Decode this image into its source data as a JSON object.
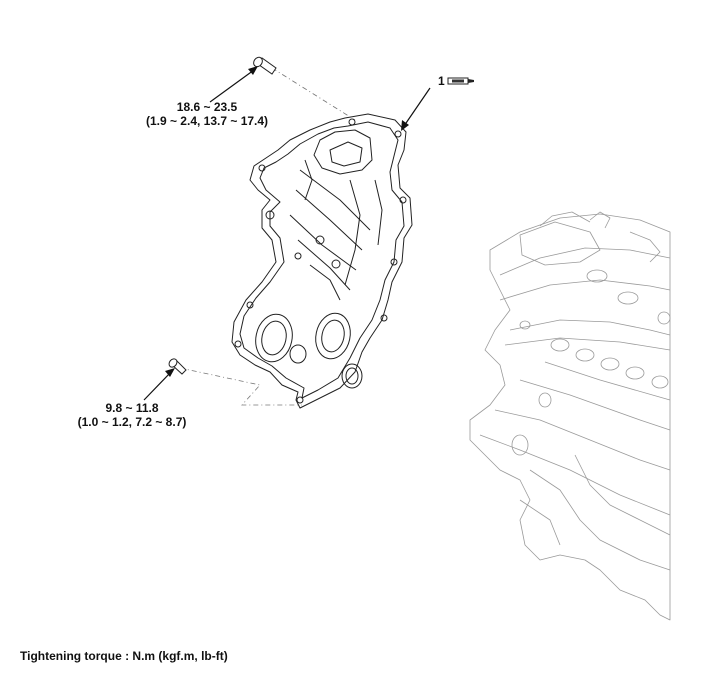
{
  "callouts": {
    "part_number": "1",
    "upper_bolt": {
      "torque_nm": "18.6 ~ 23.5",
      "torque_alt": "(1.9 ~ 2.4, 13.7 ~ 17.4)"
    },
    "lower_bolt": {
      "torque_nm": "9.8 ~ 11.8",
      "torque_alt": "(1.0 ~ 1.2, 7.2 ~ 8.7)"
    }
  },
  "footer": {
    "caption": "Tightening torque : N.m (kgf.m, lb-ft)"
  },
  "colors": {
    "line": "#222222",
    "engine_line": "#9a9a9a",
    "leader": "#777777"
  },
  "icons": {
    "sealant": "sealant-tube-icon"
  }
}
